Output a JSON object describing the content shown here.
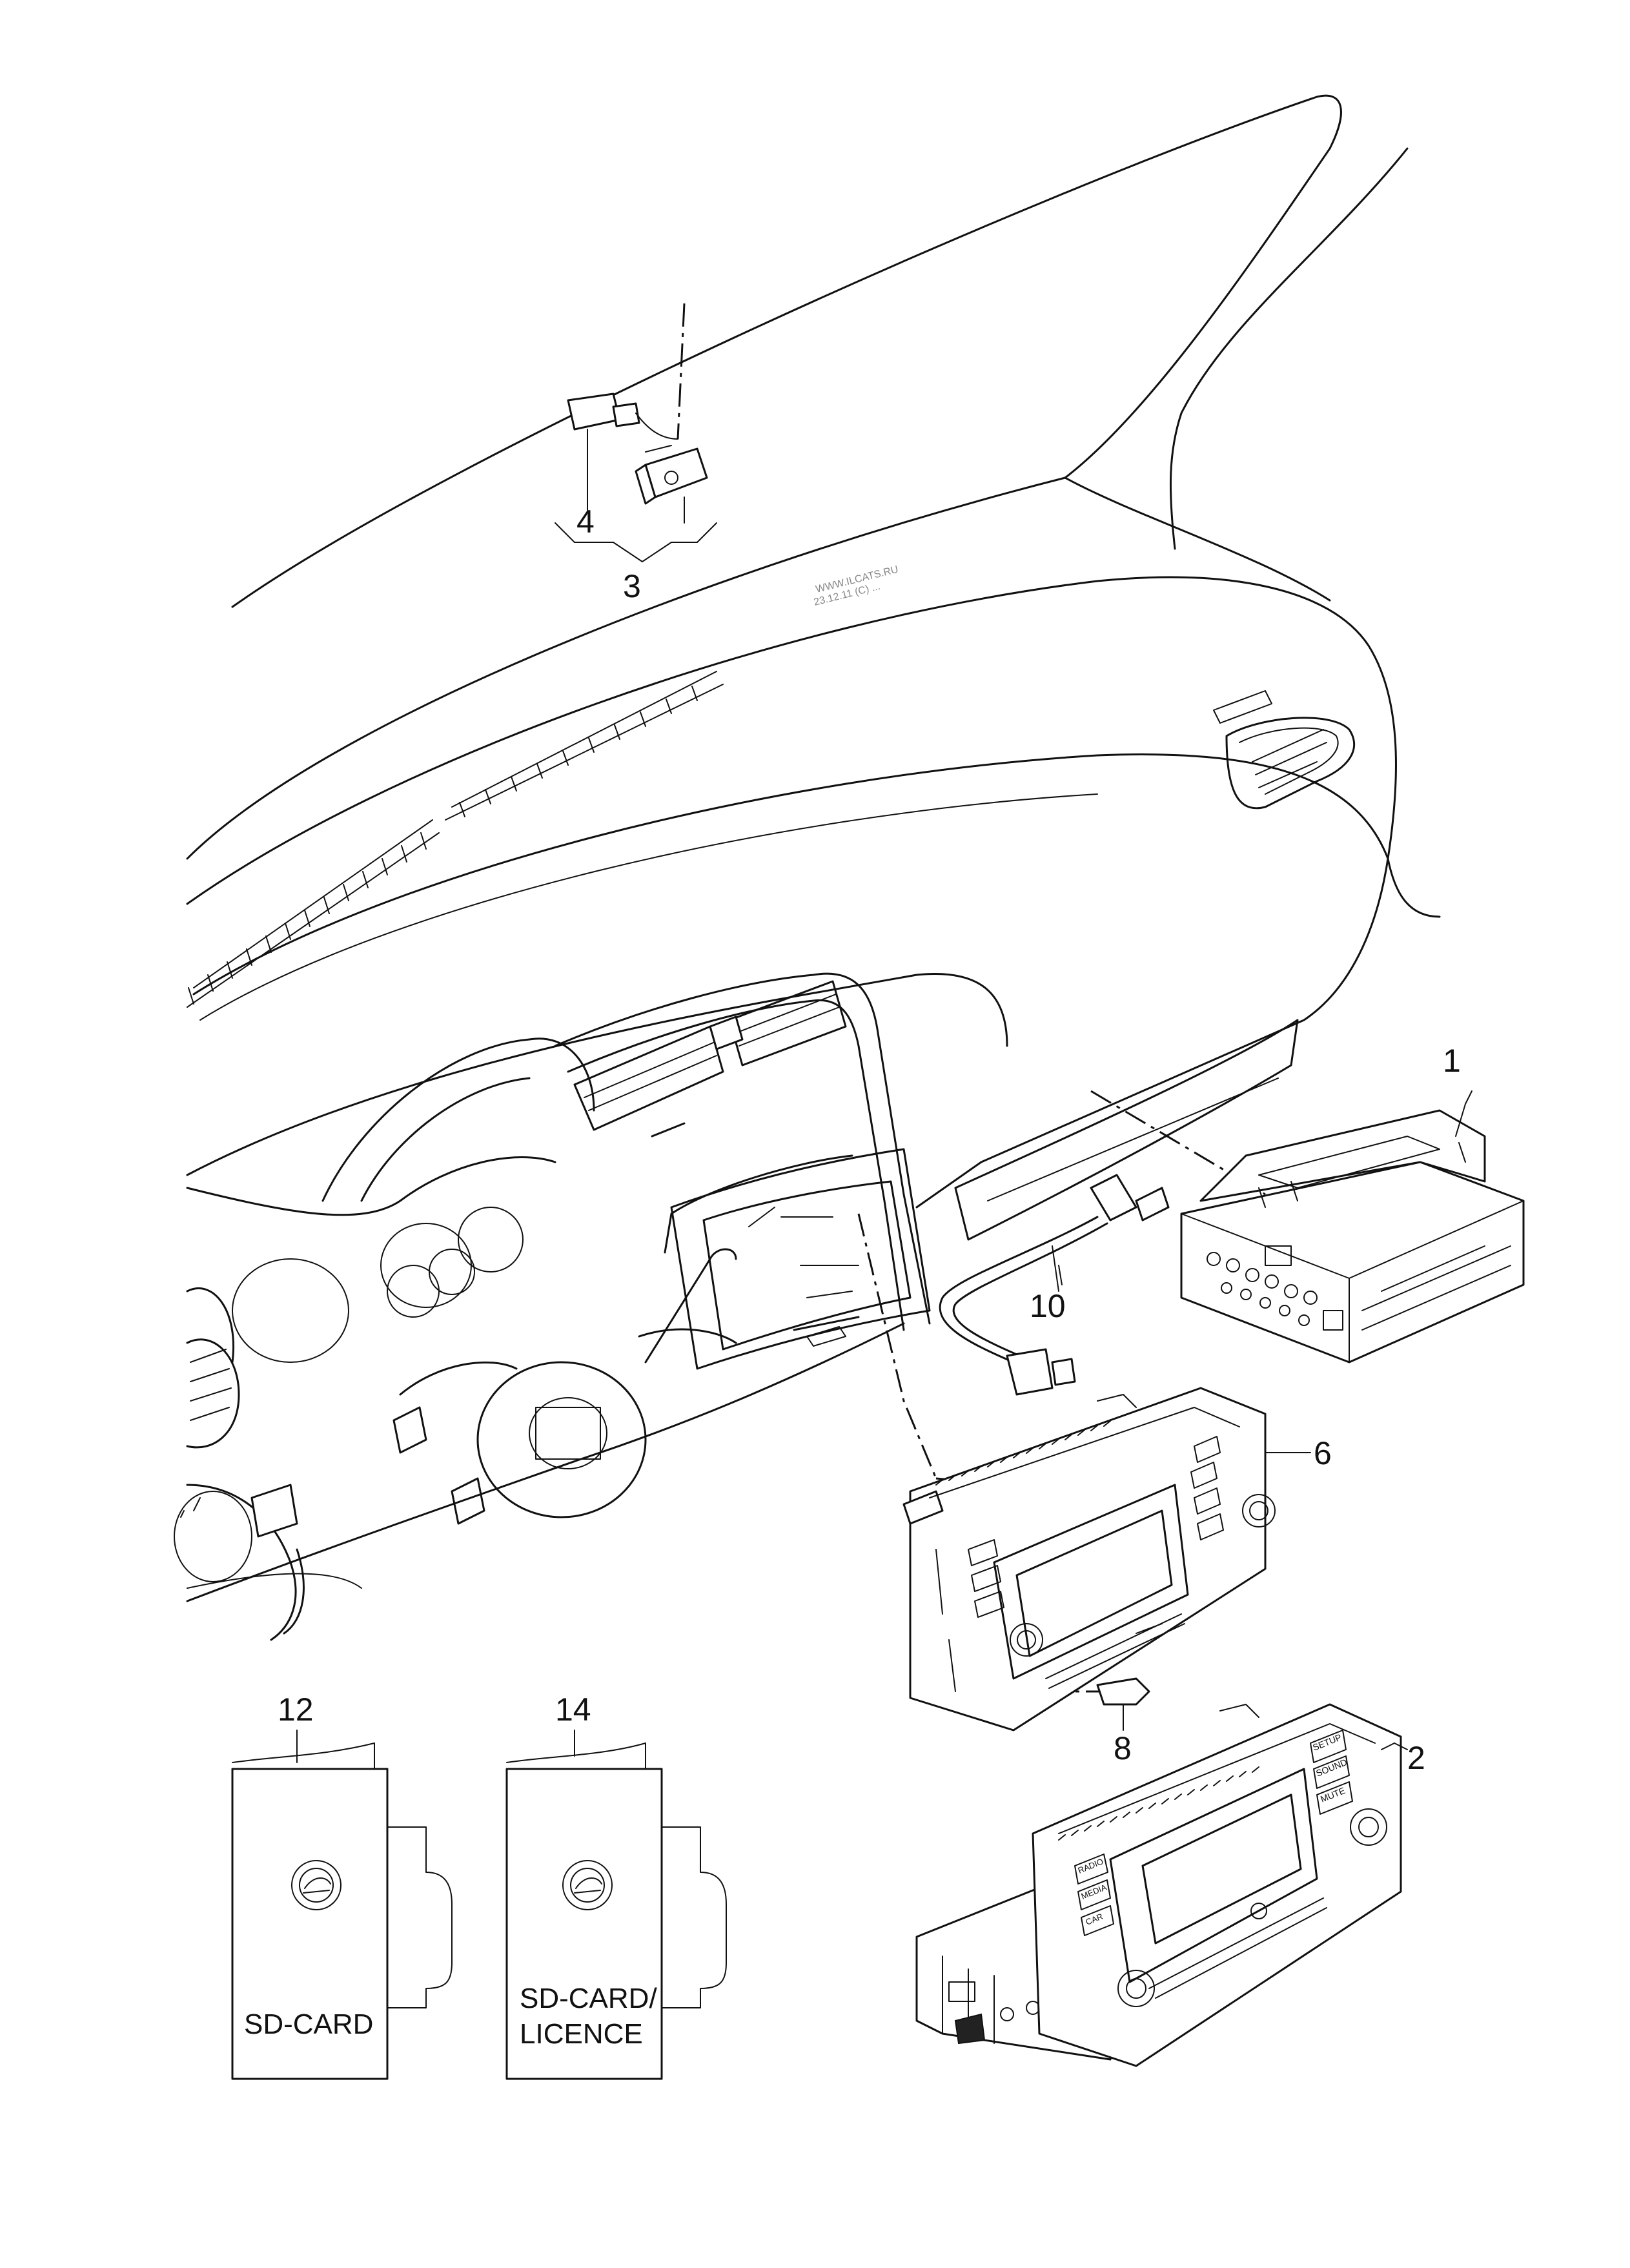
{
  "callouts": [
    {
      "id": "c1",
      "label": "1"
    },
    {
      "id": "c2",
      "label": "2"
    },
    {
      "id": "c3",
      "label": "3"
    },
    {
      "id": "c4",
      "label": "4"
    },
    {
      "id": "c6",
      "label": "6"
    },
    {
      "id": "c8",
      "label": "8"
    },
    {
      "id": "c10",
      "label": "10"
    },
    {
      "id": "c12",
      "label": "12"
    },
    {
      "id": "c14",
      "label": "14"
    }
  ],
  "booklets": {
    "sd_card": "SD-CARD",
    "sd_card_licence_line1": "SD-CARD/",
    "sd_card_licence_line2": "LICENCE"
  },
  "radio_buttons": {
    "setup": "SETUP",
    "sound": "SOUND",
    "mute": "MUTE",
    "radio": "RADIO",
    "media": "MEDIA",
    "car": "CAR"
  },
  "watermark": {
    "line1": "WWW.ILCATS.RU",
    "line2": "23.12.11 (C) ..."
  }
}
